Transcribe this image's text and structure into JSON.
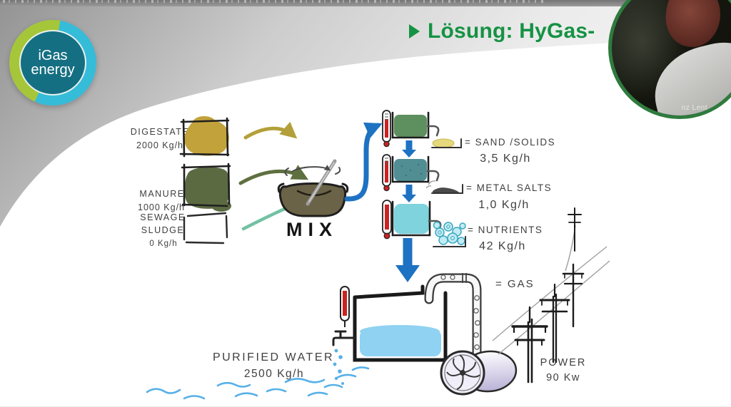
{
  "logo": {
    "line1": "iGas",
    "line2": "energy"
  },
  "title": {
    "text": "Lösung: HyGas-"
  },
  "webcam": {
    "name_tag": "nz Lent"
  },
  "diagram": {
    "inputs": [
      {
        "label": "DIGESTATE",
        "rate": "2000 Kg/h"
      },
      {
        "label": "MANURE",
        "rate": "1000 Kg/h"
      },
      {
        "label_line1": "SEWAGE",
        "label_line2": "SLUDGE",
        "rate": "0 Kg/h"
      }
    ],
    "mixer": {
      "label": "MIX"
    },
    "stages": [
      {
        "label": "= SAND /SOLIDS",
        "rate": "3,5 Kg/h"
      },
      {
        "label": "= METAL SALTS",
        "rate": "1,0 Kg/h"
      },
      {
        "label": "= NUTRIENTS",
        "rate": "42 Kg/h"
      }
    ],
    "gas": {
      "label": "= GAS"
    },
    "water": {
      "label": "PURIFIED WATER",
      "rate": "2500 Kg/h"
    },
    "power": {
      "label": "POWER",
      "rate": "90 Kw"
    }
  },
  "colors": {
    "brand_lime": "#a6c63a",
    "brand_cyan": "#35bcd8",
    "brand_teal_disc": "#156f82",
    "title_green": "#169244",
    "webcam_border_green": "#2e7b3e",
    "flow_blue": "#1e72c2",
    "digestate_yellow": "#c2a23b",
    "manure_olive": "#5c6a42",
    "mix_brown": "#6b6347",
    "stage1_liquid": "#5d8f5f",
    "stage2_liquid": "#508e94",
    "stage3_liquid": "#7ed3dd",
    "tank_water": "#8fd2f2",
    "thermometer_red": "#cc2222",
    "turbine_lavender": "#b9b2d6"
  }
}
